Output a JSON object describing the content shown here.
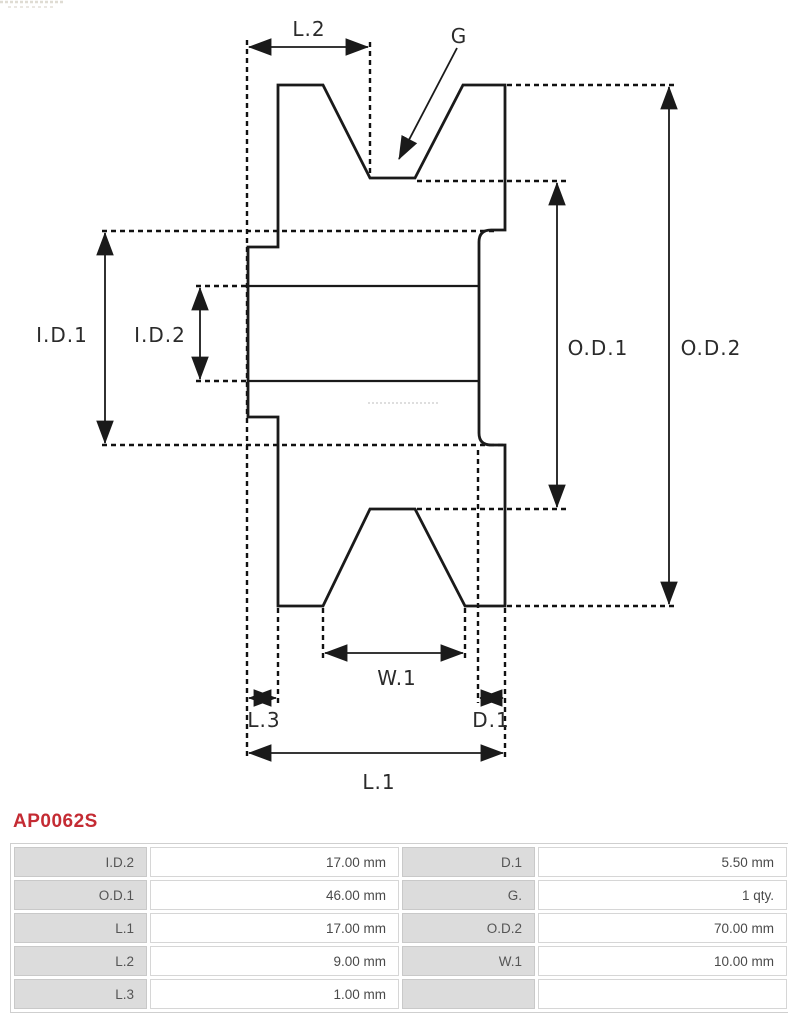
{
  "part_number": "AP0062S",
  "accent_color": "#c42b33",
  "diagram": {
    "stroke_color": "#1a1a1a",
    "labels": {
      "l2": "L.2",
      "g": "G",
      "id1": "I.D.1",
      "id2": "I.D.2",
      "od1": "O.D.1",
      "od2": "O.D.2",
      "w1": "W.1",
      "l3": "L.3",
      "d1": "D.1",
      "l1": "L.1"
    }
  },
  "table": {
    "rows": [
      {
        "c0": "I.D.2",
        "c1": "17.00 mm",
        "c2": "D.1",
        "c3": "5.50 mm"
      },
      {
        "c0": "O.D.1",
        "c1": "46.00 mm",
        "c2": "G.",
        "c3": "1 qty."
      },
      {
        "c0": "L.1",
        "c1": "17.00 mm",
        "c2": "O.D.2",
        "c3": "70.00 mm"
      },
      {
        "c0": "L.2",
        "c1": "9.00 mm",
        "c2": "W.1",
        "c3": "10.00 mm"
      },
      {
        "c0": "L.3",
        "c1": "1.00 mm",
        "c2": "",
        "c3": ""
      }
    ]
  }
}
